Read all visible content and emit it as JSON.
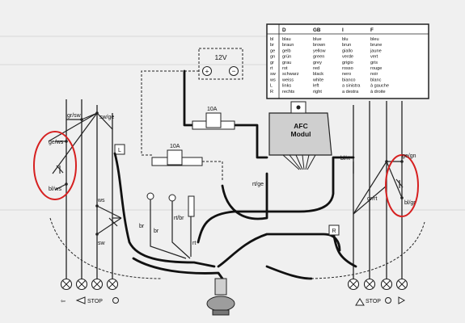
{
  "battery": {
    "voltage": "12V",
    "plus": "+",
    "minus": "−"
  },
  "fuses": [
    {
      "label": "10A"
    },
    {
      "label": "10A"
    }
  ],
  "module": {
    "line1": "AFC",
    "line2": "Modul"
  },
  "wire_labels": {
    "gr_sw": "gr/sw",
    "sw_ge": "sw/ge",
    "ge_ws": "ge/ws",
    "bl_ws": "bl/ws",
    "ws": "ws",
    "sw": "sw",
    "br1": "br",
    "br2": "br",
    "rt_br": "rt/br",
    "rt": "rt",
    "rt_ge": "rt/ge",
    "bl_rt": "bl/rt",
    "gr_rt": "gr/rt",
    "ge_gn": "ge/gn",
    "bl_gr": "bl/gr"
  },
  "relays": {
    "left": "L",
    "right": "R"
  },
  "bottom_left": {
    "stop": "STOP",
    "arrow": "⇦"
  },
  "bottom_right": {
    "stop": "STOP"
  },
  "color_table": {
    "headers": [
      "",
      "D",
      "GB",
      "I",
      "F"
    ],
    "rows": [
      [
        "bl",
        "blau",
        "blue",
        "blu",
        "bleu"
      ],
      [
        "br",
        "braun",
        "brown",
        "brun",
        "brune"
      ],
      [
        "ge",
        "gelb",
        "yellow",
        "giallo",
        "jaune"
      ],
      [
        "gn",
        "grün",
        "green",
        "verde",
        "vert"
      ],
      [
        "gr",
        "grau",
        "grey",
        "grigio",
        "gris"
      ],
      [
        "rt",
        "rot",
        "red",
        "rosso",
        "rouge"
      ],
      [
        "sw",
        "schwarz",
        "black",
        "nero",
        "noir"
      ],
      [
        "ws",
        "weiss",
        "white",
        "bianco",
        "blanc"
      ],
      [
        "L",
        "links",
        "left",
        "a sinistra",
        "à gauche"
      ],
      [
        "R",
        "rechts",
        "right",
        "a destra",
        "à droite"
      ]
    ]
  }
}
